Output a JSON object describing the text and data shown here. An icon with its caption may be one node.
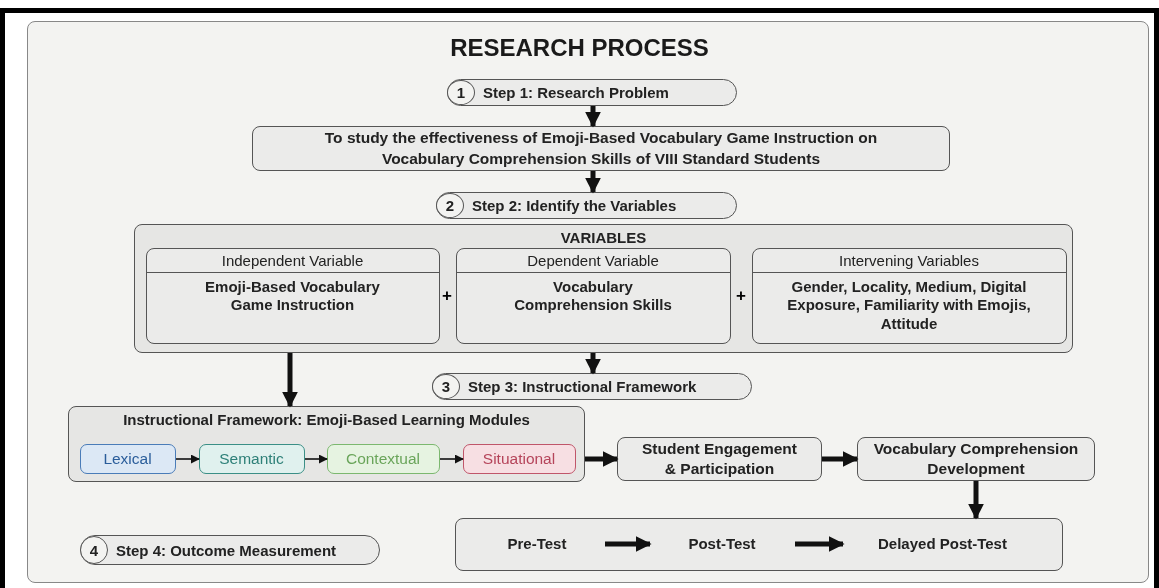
{
  "diagram": {
    "title": "RESEARCH PROCESS",
    "nodes": [
      {
        "text": [
          "1",
          "Step 1: Research Problem"
        ]
      },
      {
        "text": [
          "To study the effectiveness of Emoji-Based Vocabulary Game Instruction on Vocabulary Comprehension Skills of VIII Standard Students"
        ]
      },
      {
        "text": [
          "2",
          "Step 2: Identify the Variables"
        ]
      },
      {
        "text": [
          "VARIABLES"
        ]
      },
      {
        "text": [
          "Independent Variable",
          "Emoji-Based Vocabulary Game Instruction"
        ],
        "in": 3
      },
      {
        "text": [
          "Dependent Variable",
          "Vocabulary Comprehension Skills"
        ],
        "in": 3
      },
      {
        "text": [
          "Intervening Variables",
          "Gender, Locality, Medium, Digital Exposure, Familiarity with Emojis, Attitude"
        ],
        "in": 3
      },
      {
        "text": [
          "3",
          "Step 3: Instructional Framework"
        ]
      },
      {
        "text": [
          "Instructional Framework: Emoji-Based Learning Modules"
        ]
      },
      {
        "text": [
          "Lexical"
        ],
        "in": 8
      },
      {
        "text": [
          "Semantic"
        ],
        "in": 8
      },
      {
        "text": [
          "Contextual"
        ],
        "in": 8
      },
      {
        "text": [
          "Situational"
        ],
        "in": 8
      },
      {
        "text": [
          "Student Engagement & Participation"
        ]
      },
      {
        "text": [
          "Vocabulary Comprehension Development"
        ]
      },
      {
        "text": [
          "4",
          "Step 4: Outcome Measurement"
        ]
      },
      {
        "text": [],
        "shape": "box"
      },
      {
        "text": [
          "Pre-Test"
        ],
        "in": 16
      },
      {
        "text": [
          "Post-Test"
        ],
        "in": 16
      },
      {
        "text": [
          "Delayed Post-Test"
        ],
        "in": 16
      }
    ],
    "edges": [
      {
        "from": 0,
        "to": 1,
        "arrow": "to"
      },
      {
        "from": 1,
        "to": 2,
        "arrow": "to"
      },
      {
        "from": 3,
        "to": 8,
        "arrow": "to"
      },
      {
        "from": 3,
        "to": 7,
        "arrow": "to"
      },
      {
        "from": 9,
        "to": 10,
        "arrow": "to"
      },
      {
        "from": 10,
        "to": 11,
        "arrow": "to"
      },
      {
        "from": 11,
        "to": 12,
        "arrow": "to"
      },
      {
        "from": 8,
        "to": 13,
        "arrow": "to"
      },
      {
        "from": 13,
        "to": 14,
        "arrow": "to"
      },
      {
        "from": 14,
        "to": 16,
        "arrow": "to"
      },
      {
        "from": 17,
        "to": 18,
        "arrow": "to"
      },
      {
        "from": 18,
        "to": 19,
        "arrow": "to"
      }
    ],
    "labels": [
      "+",
      "+"
    ]
  }
}
